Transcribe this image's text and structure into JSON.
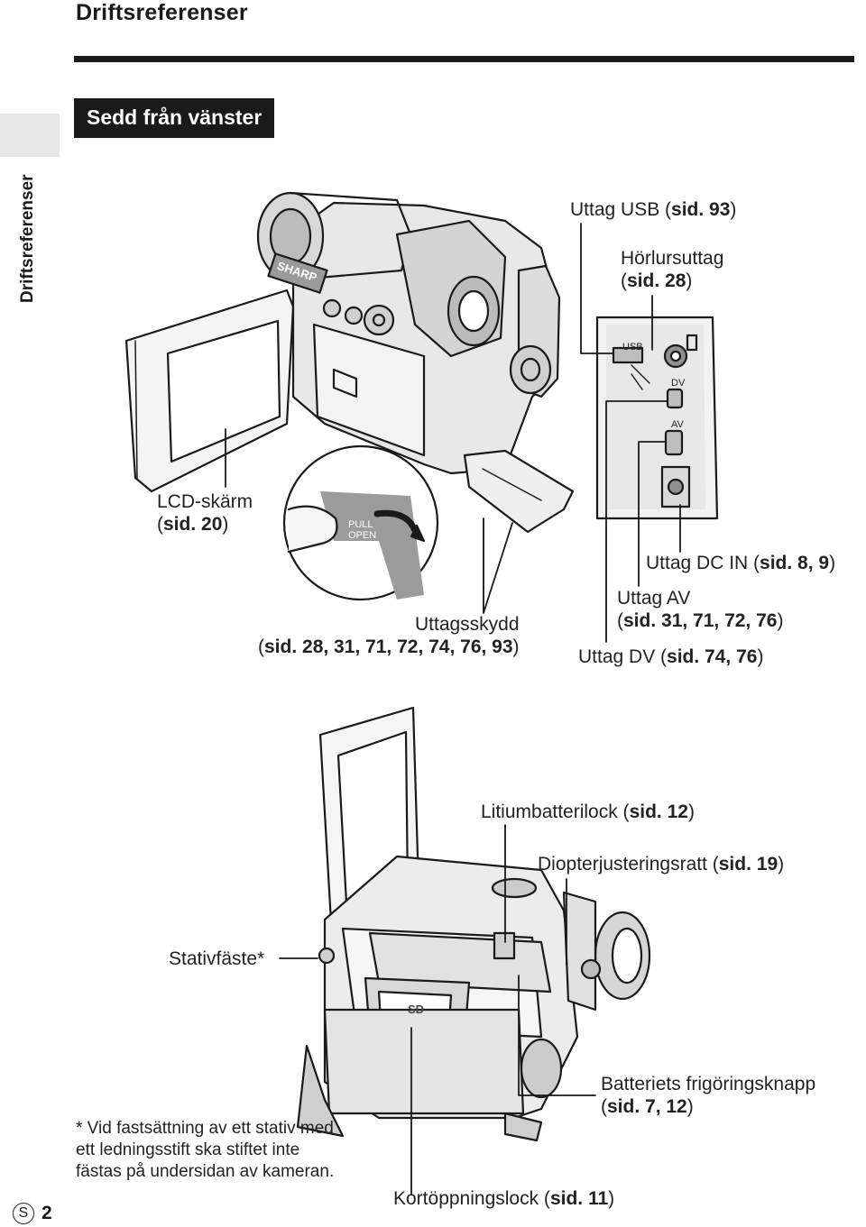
{
  "header": {
    "title": "Driftsreferenser"
  },
  "sidebar": {
    "tab_label": "Driftsreferenser"
  },
  "section": {
    "title": "Sedd från vänster"
  },
  "labels": {
    "usb": {
      "name": "Uttag USB (",
      "ref": "sid. 93",
      "close": ")"
    },
    "headphone_1": "Hörlursuttag",
    "headphone_2": {
      "open": "(",
      "ref": "sid. 28",
      "close": ")"
    },
    "lcd_1": "LCD-skärm",
    "lcd_2": {
      "open": "(",
      "ref": "sid. 20",
      "close": ")"
    },
    "dcin": {
      "name": "Uttag DC IN  (",
      "ref": "sid. 8, 9",
      "close": ")"
    },
    "av_1": "Uttag AV",
    "av_2": {
      "open": "(",
      "ref": "sid. 31, 71, 72, 76",
      "close": ")"
    },
    "cover_1": "Uttagsskydd",
    "cover_2": {
      "open": "(",
      "ref": "sid. 28, 31, 71, 72, 74, 76, 93",
      "close": ")"
    },
    "dv": {
      "name": "Uttag DV (",
      "ref": "sid. 74, 76",
      "close": ")"
    },
    "battery_lock": {
      "name": "Litiumbatterilock (",
      "ref": "sid. 12",
      "close": ")"
    },
    "diopter": {
      "name": "Diopterjusteringsratt (",
      "ref": "sid. 19",
      "close": ")"
    },
    "tripod": "Stativfäste*",
    "battery_release_1": "Batteriets frigöringsknapp",
    "battery_release_2": {
      "open": "(",
      "ref": "sid. 7, 12",
      "close": ")"
    },
    "card_lock": {
      "name": "Kortöppningslock (",
      "ref": "sid. 11",
      "close": ")"
    }
  },
  "panel_marks": {
    "usb": "USB",
    "dv": "DV",
    "av": "AV",
    "pull_open_1": "PULL",
    "pull_open_2": "OPEN",
    "brand": "SHARP",
    "sd": "SD"
  },
  "footnote": "* Vid fastsättning av ett stativ med ett ledningsstift ska stiftet inte fästas på undersidan av kameran.",
  "footer": {
    "lang_badge": "S",
    "page_number": "2"
  }
}
